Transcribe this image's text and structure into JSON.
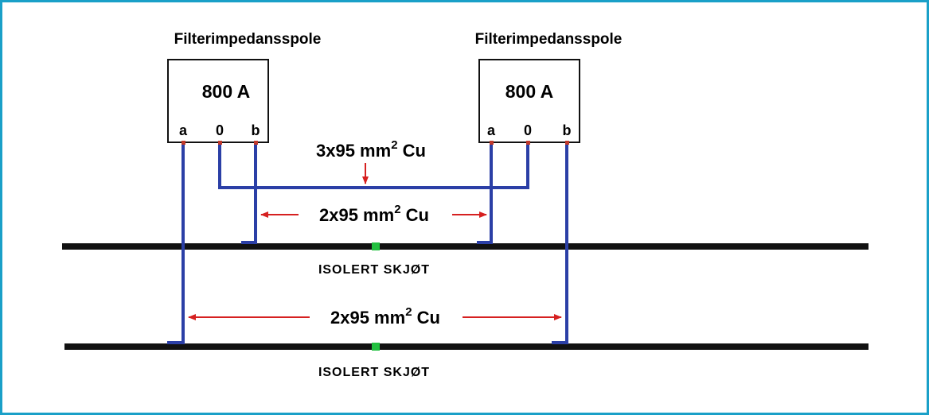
{
  "colors": {
    "frame": "#1aa0c8",
    "wire": "#2b3fa6",
    "rail": "#111111",
    "arrow": "#d62020",
    "joint_marker": "#22c040",
    "terminal": "#c0392b"
  },
  "coils": [
    {
      "title": "Filterimpedansspole",
      "rating": "800 A",
      "terminals": [
        "a",
        "0",
        "b"
      ]
    },
    {
      "title": "Filterimpedansspole",
      "rating": "800 A",
      "terminals": [
        "a",
        "0",
        "b"
      ]
    }
  ],
  "cables": {
    "neutral_link": {
      "prefix": "3x95 mm",
      "sup": "2",
      "suffix": " Cu"
    },
    "upper_link": {
      "prefix": "2x95 mm",
      "sup": "2",
      "suffix": " Cu"
    },
    "lower_link": {
      "prefix": "2x95 mm",
      "sup": "2",
      "suffix": " Cu"
    }
  },
  "joints": {
    "upper": "ISOLERT SKJØT",
    "lower": "ISOLERT SKJØT"
  }
}
